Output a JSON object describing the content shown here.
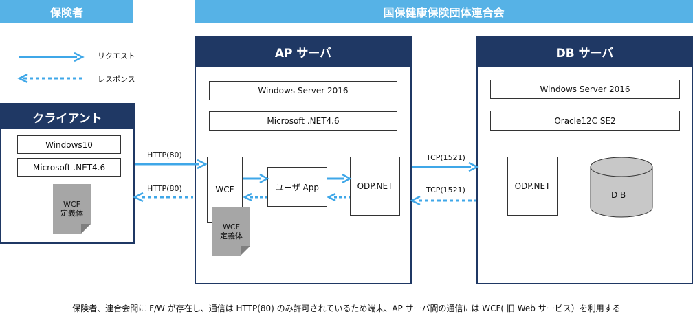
{
  "banners": {
    "insured": "保険者",
    "federation": "国保健康保険団体連合会"
  },
  "legend": {
    "request": "リクエスト",
    "response": "レスポンス"
  },
  "client": {
    "title": "クライアント",
    "os": "Windows10",
    "framework": "Microsoft .NET4.6",
    "doc": "WCF\n定義体"
  },
  "ap_server": {
    "title": "AP サーバ",
    "os": "Windows Server 2016",
    "framework": "Microsoft .NET4.6",
    "wcf": "WCF",
    "doc": "WCF\n定義体",
    "user_app": "ユーザ App",
    "odp": "ODP.NET"
  },
  "db_server": {
    "title": "DB サーバ",
    "os": "Windows Server 2016",
    "db_product": "Oracle12C SE2",
    "odp": "ODP.NET",
    "db": "D B"
  },
  "connections": {
    "http_request": "HTTP(80)",
    "http_response": "HTTP(80)",
    "tcp_request": "TCP(1521)",
    "tcp_response": "TCP(1521)"
  },
  "colors": {
    "banner": "#56b2e6",
    "panel_header": "#1f3864",
    "arrow": "#3fa7e8",
    "doc_gray": "#a6a6a6",
    "db_gray": "#c8c8c8"
  },
  "footer": "保険者、連合会間に F/W が存在し、通信は HTTP(80) のみ許可されているため端末、AP サーバ間の通信には WCF( 旧 Web サービス）を利用する"
}
